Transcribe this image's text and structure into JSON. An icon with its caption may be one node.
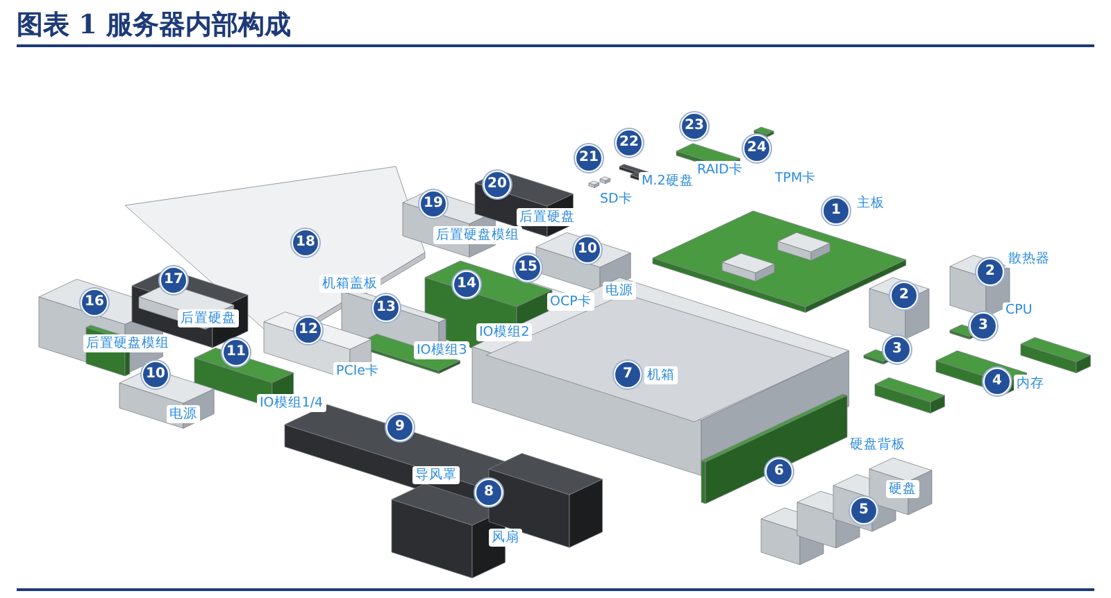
{
  "diagram": {
    "title": "图表 1 服务器内部构成",
    "labels": [
      "24",
      "TPM卡",
      "23",
      "RAID卡",
      "22",
      "M.2硬盘",
      "21",
      "SD卡",
      "20",
      "后置硬盘",
      "19",
      "后置硬盘模组",
      "1",
      "主板",
      "18",
      "机箱盖板",
      "17",
      "后置硬盘",
      "10",
      "电源",
      "15",
      "OCP卡",
      "2",
      "散热器",
      "16",
      "后置硬盘模组",
      "14",
      "IO模组2",
      "13",
      "IO模组3",
      "2",
      "3",
      "CPU",
      "12",
      "PCIe卡",
      "3",
      "11",
      "IO模组1/4",
      "4",
      "内存",
      "10",
      "电源",
      "7",
      "机箱",
      "9",
      "导风罩",
      "6",
      "硬盘背板",
      "5",
      "硬盘",
      "8",
      "风扇"
    ]
  }
}
